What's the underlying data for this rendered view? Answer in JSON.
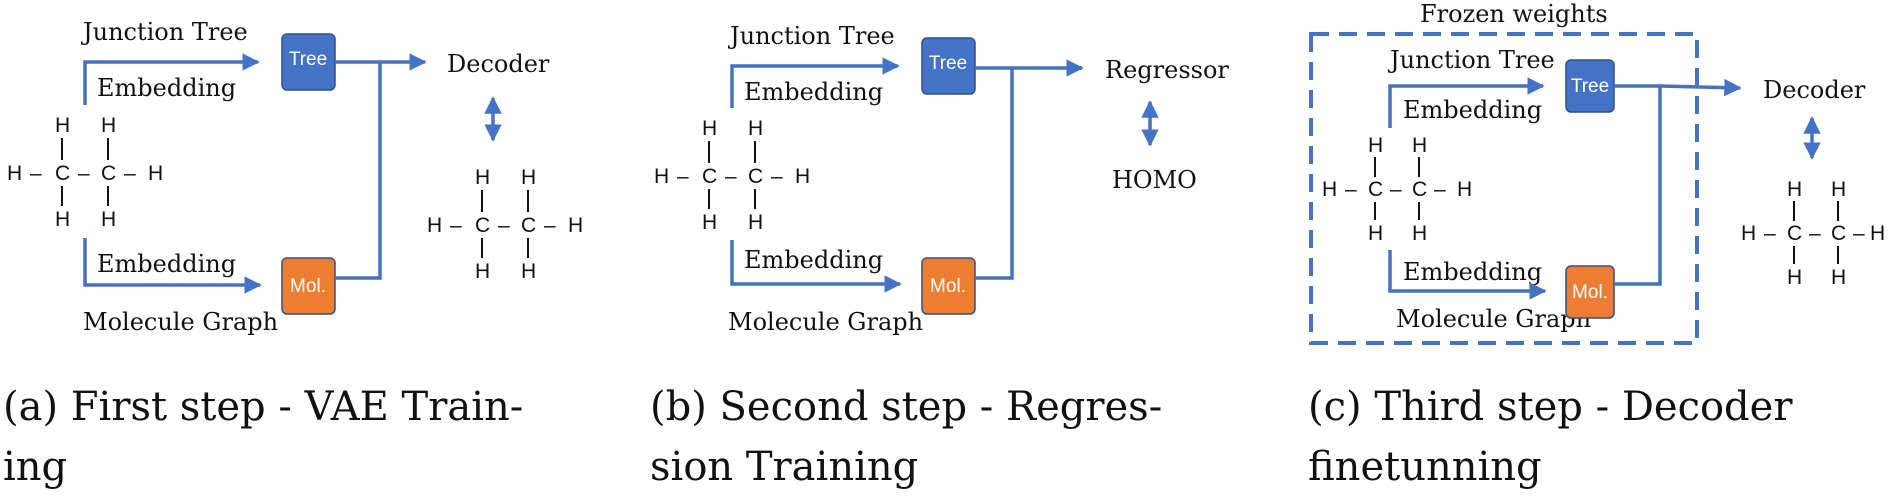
{
  "colors": {
    "flow": "#4472c4",
    "tree_box": "#4472c4",
    "mol_box": "#ed7d31",
    "box_border": "#2f4f8f",
    "text": "#111111"
  },
  "molecule": {
    "atoms": [
      "H",
      "C",
      "C",
      "H",
      "H",
      "H",
      "H",
      "H"
    ],
    "bond_glyphs": [
      "–",
      "–",
      "–",
      "|",
      "|",
      "|",
      "|"
    ]
  },
  "panels": [
    {
      "id": "a",
      "junction_tree_label": "Junction Tree",
      "tree_embedding_label": "Embedding",
      "mol_embedding_label": "Embedding",
      "molecule_graph_label": "Molecule Graph",
      "tree_box_label": "Tree",
      "mol_box_label": "Mol.",
      "output_label": "Decoder",
      "target_label": "",
      "frozen_label": "",
      "caption_line1": "(a) First step - VAE Train-",
      "caption_line2": "ing"
    },
    {
      "id": "b",
      "junction_tree_label": "Junction Tree",
      "tree_embedding_label": "Embedding",
      "mol_embedding_label": "Embedding",
      "molecule_graph_label": "Molecule Graph",
      "tree_box_label": "Tree",
      "mol_box_label": "Mol.",
      "output_label": "Regressor",
      "target_label": "HOMO",
      "frozen_label": "",
      "caption_line1": "(b) Second step - Regres-",
      "caption_line2": "sion Training"
    },
    {
      "id": "c",
      "junction_tree_label": "Junction Tree",
      "tree_embedding_label": "Embedding",
      "mol_embedding_label": "Embedding",
      "molecule_graph_label": "Molecule Graph",
      "tree_box_label": "Tree",
      "mol_box_label": "Mol.",
      "output_label": "Decoder",
      "target_label": "",
      "frozen_label": "Frozen weights",
      "caption_line1": "(c) Third step - Decoder",
      "caption_line2": "finetunning"
    }
  ]
}
